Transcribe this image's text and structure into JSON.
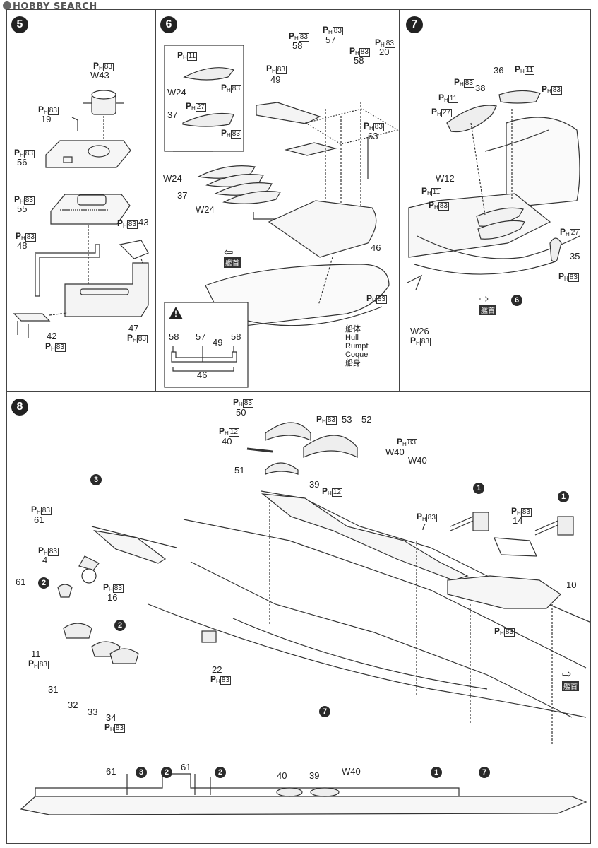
{
  "watermark": "HOBBY SEARCH",
  "steps": {
    "s5": "5",
    "s6": "6",
    "s7": "7",
    "s8": "8"
  },
  "p": "P",
  "h": "H",
  "callouts": {
    "c3": "3",
    "c2": "2",
    "c1": "1",
    "c7": "7",
    "c6": "6"
  },
  "bow_label": "艦首",
  "hull_words": [
    "船体",
    "Hull",
    "Rumpf",
    "Coque",
    "船身"
  ],
  "caution_icon": "!",
  "panel5": {
    "w43": "W43",
    "n83a": "83",
    "n19": "19",
    "n83b": "83",
    "n56": "56",
    "n83c": "83",
    "n55": "55",
    "n83d": "83",
    "n43": "43",
    "n83e": "83",
    "n48": "48",
    "n83f": "83",
    "n42": "42",
    "n83g": "83",
    "n47": "47",
    "n83h": "83"
  },
  "panel6": {
    "in_11": "11",
    "in_w24a": "W24",
    "in_83a": "83",
    "in_27": "27",
    "in_37": "37",
    "in_83b": "83",
    "w24a": "W24",
    "n37": "37",
    "w24b": "W24",
    "n83_49": "83",
    "n49": "49",
    "n83_58": "83",
    "n58": "58",
    "n83_57": "83",
    "n57": "57",
    "n83_58b": "83",
    "n58b": "58",
    "n83_20": "83",
    "n20": "20",
    "n83_63": "83",
    "n63": "63",
    "n46": "46",
    "n83_hull": "83",
    "c58a": "58",
    "c57": "57",
    "c49": "49",
    "c58b": "58",
    "c46": "46"
  },
  "panel7": {
    "n36": "36",
    "n11a": "11",
    "n83a": "83",
    "n38": "38",
    "n83b": "83",
    "n11b": "11",
    "n27a": "27",
    "w12": "W12",
    "n11c": "11",
    "n83c": "83",
    "n27b": "27",
    "n35": "35",
    "n83d": "83",
    "w26": "W26",
    "n83e": "83"
  },
  "panel8": {
    "n83_50": "83",
    "n50": "50",
    "n12_40": "12",
    "n40": "40",
    "n51": "51",
    "n83_53": "83",
    "n53": "53",
    "n52": "52",
    "n39": "39",
    "n12_39": "12",
    "n83_w40": "83",
    "w40a": "W40",
    "w40b": "W40",
    "n83_61": "83",
    "n61": "61",
    "n83_4": "83",
    "n4": "4",
    "n83_16": "83",
    "n16": "16",
    "n61b": "61",
    "n11": "11",
    "n83_11": "83",
    "n31": "31",
    "n32": "32",
    "n33": "33",
    "n34": "34",
    "n83_34": "83",
    "n22": "22",
    "n83_22": "83",
    "n83_7": "83",
    "n7": "7",
    "n83_14": "83",
    "n14": "14",
    "n10": "10",
    "n83_10": "83"
  },
  "profile": {
    "p61": "61",
    "p61b": "61",
    "p40": "40",
    "p39": "39",
    "pw40": "W40"
  }
}
